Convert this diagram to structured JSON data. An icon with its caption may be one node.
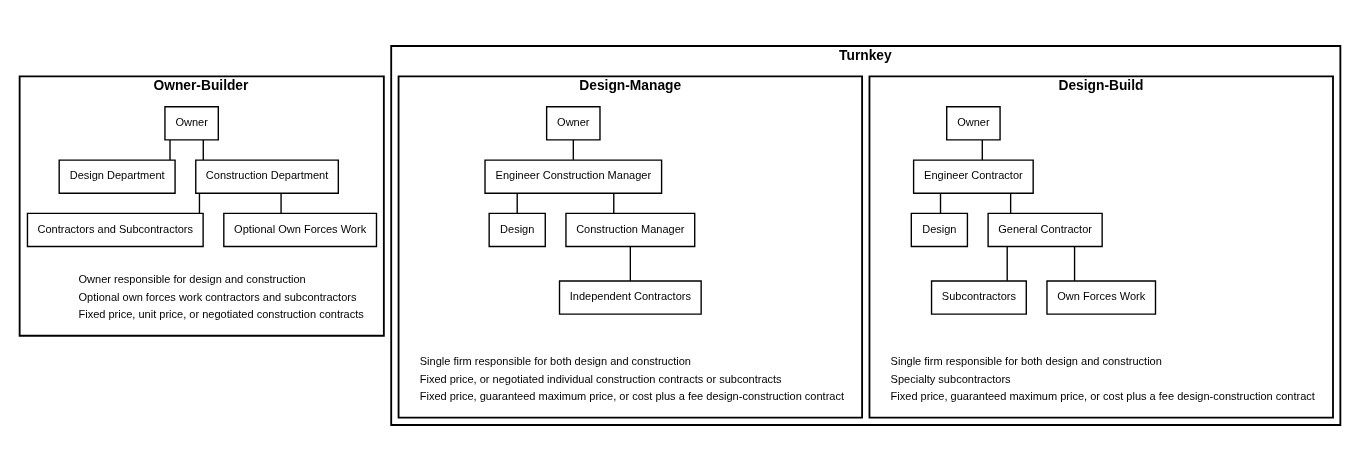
{
  "diagram": {
    "nodes": [
      {
        "text": [
          "Owner-Builder",
          "Owner responsible for design and construction",
          "Optional own forces work contractors and subcontractors",
          "Fixed price, unit price, or negotiated construction contracts"
        ]
      },
      {
        "text": [
          "Owner"
        ],
        "in": 0
      },
      {
        "text": [
          "Design Department"
        ],
        "in": 0
      },
      {
        "text": [
          "Construction Department"
        ],
        "in": 0
      },
      {
        "text": [
          "Contractors and Subcontractors"
        ],
        "in": 0
      },
      {
        "text": [
          "Optional Own Forces Work"
        ],
        "in": 0
      },
      {
        "text": [
          "Turnkey"
        ]
      },
      {
        "text": [
          "Design-Build",
          "Single firm responsible for both design and construction",
          "Specialty subcontractors",
          "Fixed price, guaranteed maximum price, or cost plus a fee design-construction contract"
        ],
        "in": 6
      },
      {
        "text": [
          "Owner"
        ],
        "in": 7
      },
      {
        "text": [
          "Engineer Contractor"
        ],
        "in": 7
      },
      {
        "text": [
          "Design"
        ],
        "in": 7
      },
      {
        "text": [
          "General Contractor"
        ],
        "in": 7
      },
      {
        "text": [
          "Subcontractors"
        ],
        "in": 7
      },
      {
        "text": [
          "Own Forces Work"
        ],
        "in": 7
      },
      {
        "text": [
          "Design-Manage",
          "Single firm responsible for both design and construction",
          "Fixed price, or negotiated individual construction contracts or subcontracts",
          "Fixed price, guaranteed maximum price, or cost plus a fee design-construction contract"
        ],
        "in": 6
      },
      {
        "text": [
          "Owner"
        ],
        "in": 14
      },
      {
        "text": [
          "Engineer Construction Manager"
        ],
        "in": 14
      },
      {
        "text": [
          "Design"
        ],
        "in": 14
      },
      {
        "text": [
          "Construction Manager"
        ],
        "in": 14
      },
      {
        "text": [
          "Independent Contractors"
        ],
        "in": 14
      }
    ],
    "edges": [
      {
        "from": 1,
        "to": 2,
        "arrow": "none"
      },
      {
        "from": 1,
        "to": 3,
        "arrow": "none"
      },
      {
        "from": 3,
        "to": 4,
        "arrow": "none"
      },
      {
        "from": 3,
        "to": 5,
        "arrow": "none"
      },
      {
        "from": 8,
        "to": 9,
        "arrow": "none"
      },
      {
        "from": 9,
        "to": 10,
        "arrow": "none"
      },
      {
        "from": 9,
        "to": 11,
        "arrow": "none"
      },
      {
        "from": 11,
        "to": 12,
        "arrow": "none"
      },
      {
        "from": 11,
        "to": 13,
        "arrow": "none"
      },
      {
        "from": 15,
        "to": 16,
        "arrow": "none"
      },
      {
        "from": 16,
        "to": 17,
        "arrow": "none"
      },
      {
        "from": 16,
        "to": 18,
        "arrow": "none"
      },
      {
        "from": 18,
        "to": 19,
        "arrow": "none"
      }
    ]
  }
}
